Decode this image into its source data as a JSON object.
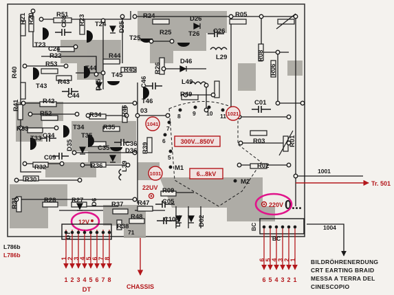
{
  "board": {
    "codes": [
      "L786b",
      "L786b"
    ],
    "components": [
      "R21",
      "R20",
      "R51",
      "T23",
      "C08",
      "C24",
      "R23",
      "T24",
      "D25",
      "R24",
      "D26",
      "R05",
      "R22",
      "R53",
      "T44",
      "R44",
      "T25",
      "R25",
      "C26",
      "T26",
      "R40",
      "T43",
      "R43",
      "C44",
      "D45",
      "T45",
      "R45",
      "R26",
      "D46",
      "L49",
      "L29",
      "R08",
      "R06",
      "R41",
      "R42",
      "R52",
      "R33",
      "T33",
      "C34",
      "C09",
      "T34",
      "R34",
      "R35",
      "T35",
      "C35",
      "D35",
      "D36",
      "C36",
      "R46",
      "C46",
      "T46",
      "R36",
      "R39",
      "L39",
      "R49",
      "C01",
      "R03",
      "R01",
      "R02",
      "R32",
      "R30",
      "R31",
      "R28",
      "R27",
      "D6",
      "R37",
      "R38",
      "R47",
      "R48",
      "R09",
      "C05",
      "C10",
      "D01",
      "D02",
      "03"
    ],
    "pin_numbers": [
      "8",
      "9",
      "10",
      "11",
      "7",
      "6",
      "5"
    ],
    "marks": [
      "M1",
      "M2",
      "0..."
    ],
    "refs": [
      "1041",
      "1021",
      "1031"
    ],
    "voltages": [
      "300V...850V",
      "6...8kV",
      "22UV",
      "12V",
      "220V"
    ],
    "nets": [
      "1001",
      "1004",
      "71"
    ]
  },
  "connectors": {
    "dt": {
      "label": "DT",
      "pins": [
        "1",
        "2",
        "3",
        "4",
        "5",
        "6",
        "7",
        "8"
      ]
    },
    "bc": {
      "label": "BC",
      "pins": [
        "6",
        "5",
        "4",
        "3",
        "2",
        "1"
      ]
    },
    "chassis": "CHASSIS",
    "tr_label": "Tr. 501"
  },
  "earthing_note": [
    "BILDRÖHRENERDUNG",
    "CRT EARTING BRAID",
    "MESSA A TERRA DEL",
    "CINESCOPIO"
  ],
  "colors": {
    "trace": "#a7a59f",
    "ink": "#1a1a1a",
    "red": "#b3171b",
    "magenta": "#e0148a",
    "paper": "#f4f2ee"
  }
}
